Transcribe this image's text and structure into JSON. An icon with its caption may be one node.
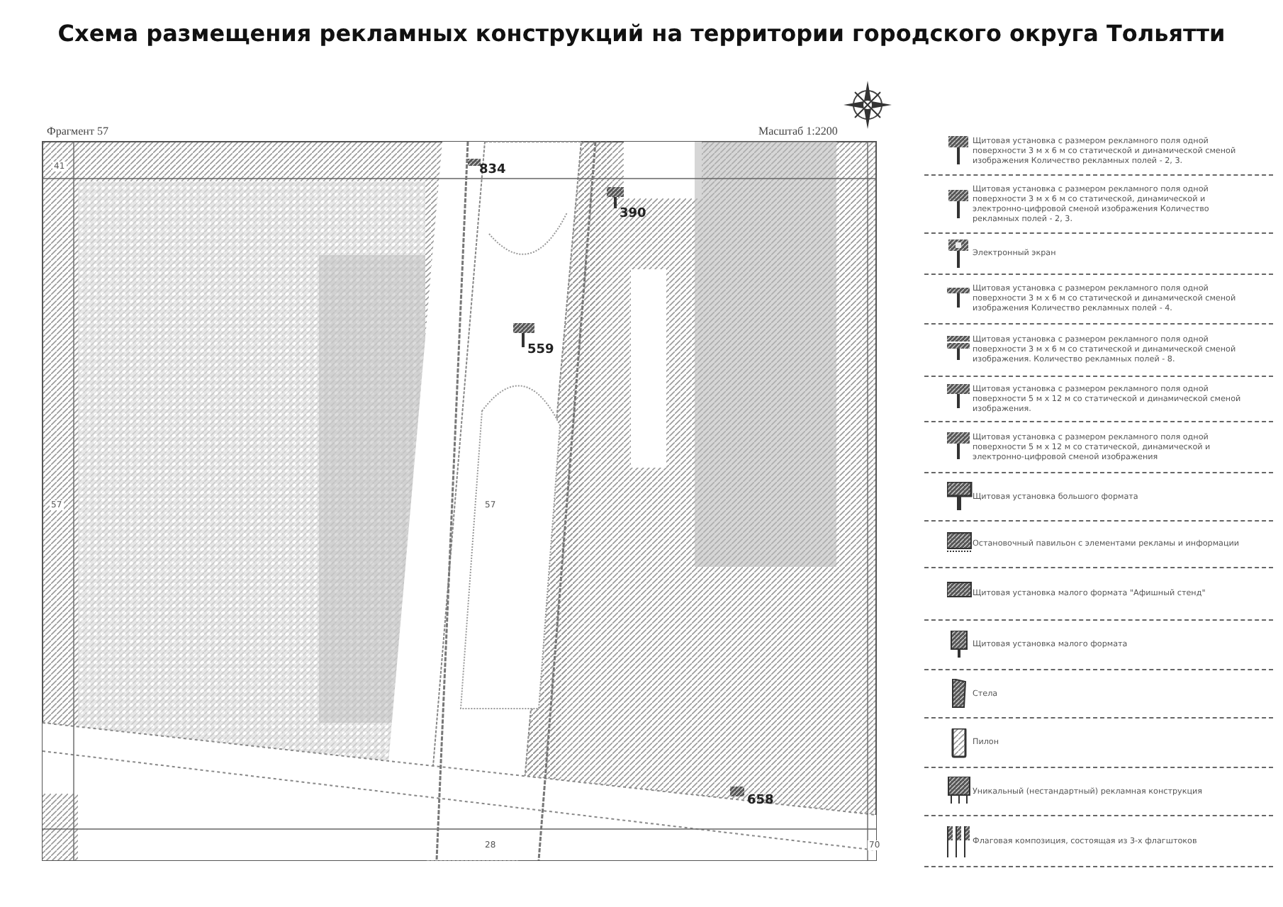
{
  "diagram": {
    "title": "Схема размещения рекламных конструкций на территории городского округа Тольятти",
    "labels": [
      "Фрагмент 57",
      "Масштаб 1:2200",
      "41",
      "834",
      "390",
      "559",
      "57",
      "57",
      "28",
      "70",
      "658"
    ],
    "legend": [
      {
        "text": "Щитовая установка с размером рекламного поля одной поверхности 3 м х 6 м со статической и динамической сменой изображения Количество рекламных полей - 2, 3."
      },
      {
        "text": "Щитовая установка с размером рекламного поля одной поверхности 3 м х 6 м со статической, динамической и электронно-цифровой сменой изображения Количество рекламных полей - 2, 3."
      },
      {
        "text": "Электронный экран"
      },
      {
        "text": "Щитовая установка с размером рекламного поля одной поверхности 3 м х 6 м со статической и динамической сменой изображения Количество рекламных полей - 4."
      },
      {
        "text": "Щитовая установка с размером рекламного поля одной поверхности 3 м х 6 м со статической и динамической сменой изображения. Количество рекламных полей - 8."
      },
      {
        "text": "Щитовая установка с размером рекламного поля одной поверхности 5 м х 12 м со статической и динамической сменой изображения."
      },
      {
        "text": "Щитовая установка с размером рекламного поля одной поверхности 5 м х 12 м со статической, динамической и электронно-цифровой сменой изображения"
      },
      {
        "text": "Щитовая установка большого формата"
      },
      {
        "text": "Остановочный павильон с элементами рекламы и информации"
      },
      {
        "text": "Щитовая установка малого формата \"Афишный стенд\""
      },
      {
        "text": "Щитовая установка малого формата"
      },
      {
        "text": "Стела"
      },
      {
        "text": "Пилон"
      },
      {
        "text": "Уникальный (нестандартный) рекламная конструкция"
      },
      {
        "text": "Флаговая композиция, состоящая из 3-х флагштоков"
      }
    ]
  }
}
